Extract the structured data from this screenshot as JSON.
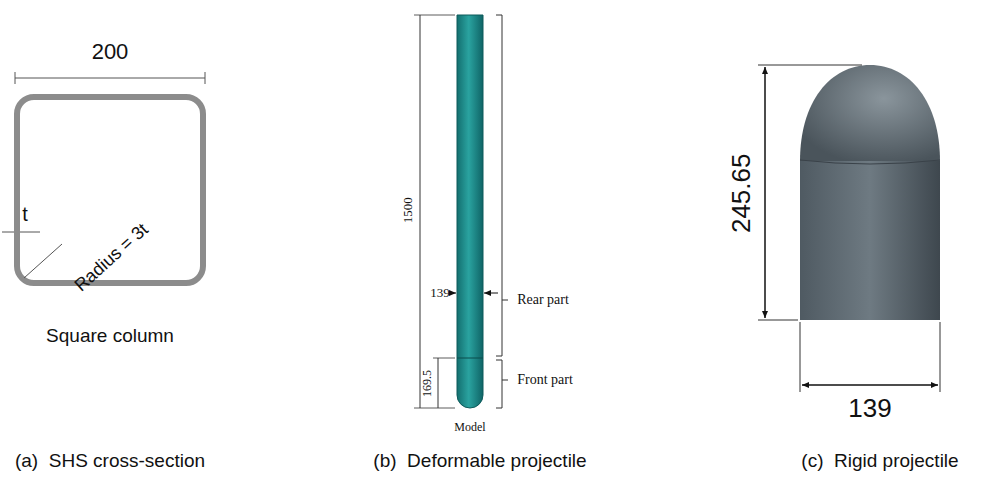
{
  "diagram": {
    "labels": [
      "200",
      "t",
      "Radius = 3t",
      "Square column",
      "(a)  SHS cross-section",
      "1500",
      "139",
      "Rear part",
      "169.5",
      "Front part",
      "Model",
      "(b)  Deformable projectile",
      "245.65",
      "139",
      "(c)  Rigid projectile"
    ]
  }
}
